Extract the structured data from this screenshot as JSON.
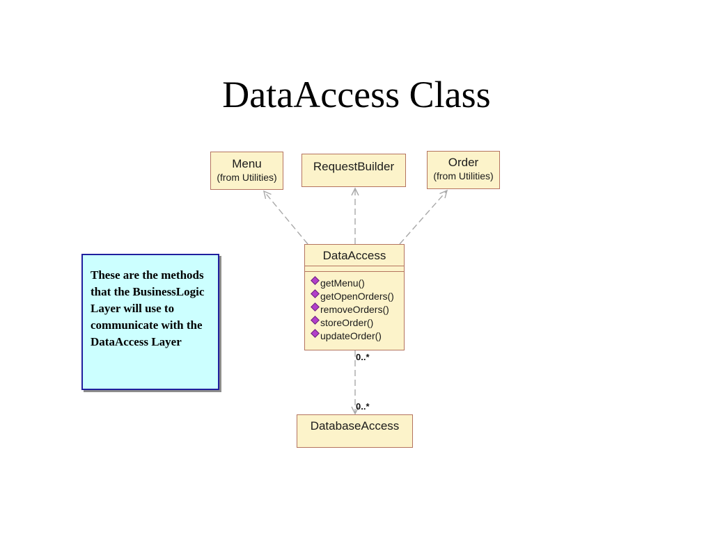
{
  "slide": {
    "title": "DataAccess Class"
  },
  "classes": {
    "menu": {
      "name": "Menu",
      "stereotype": "(from Utilities)"
    },
    "request_builder": {
      "name": "RequestBuilder"
    },
    "order": {
      "name": "Order",
      "stereotype": "(from Utilities)"
    },
    "data_access": {
      "name": "DataAccess",
      "methods": [
        "getMenu()",
        "getOpenOrders()",
        "removeOrders()",
        "storeOrder()",
        "updateOrder()"
      ]
    },
    "database_access": {
      "name": "DatabaseAccess"
    }
  },
  "association": {
    "source_multiplicity": "0..*",
    "target_multiplicity": "0..*"
  },
  "note": {
    "text": "These are the methods that the BusinessLogic Layer will use to communicate with the DataAccess Layer"
  },
  "colors": {
    "class_fill": "#fcf3ca",
    "class_border": "#b4735e",
    "note_fill": "#ccffff",
    "note_border": "#1f1f9e",
    "method_icon": "#b23fc9",
    "connector": "#a8a8a8"
  },
  "icons": {
    "method": "operation-icon"
  }
}
